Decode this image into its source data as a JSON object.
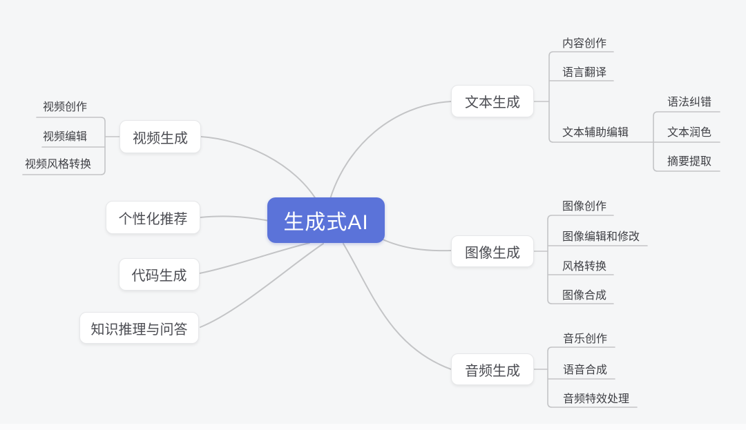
{
  "colors": {
    "canvas_bg": "#f5f6f7",
    "bottom_strip": "#fbfbfc",
    "center_bg": "#5b73d9",
    "center_text": "#ffffff",
    "node_bg": "#ffffff",
    "node_border": "#e6e7e9",
    "node_text": "#4b4c52",
    "leaf_text": "#3e3f44",
    "line": "#c3c4c6"
  },
  "center": {
    "label": "生成式AI"
  },
  "left_branches": [
    {
      "label": "视频生成",
      "children": [
        {
          "label": "视频创作"
        },
        {
          "label": "视频编辑"
        },
        {
          "label": "视频风格转换"
        }
      ]
    },
    {
      "label": "个性化推荐",
      "children": []
    },
    {
      "label": "代码生成",
      "children": []
    },
    {
      "label": "知识推理与问答",
      "children": []
    }
  ],
  "right_branches": [
    {
      "label": "文本生成",
      "children": [
        {
          "label": "内容创作"
        },
        {
          "label": "语言翻译"
        },
        {
          "label": "文本辅助编辑",
          "children": [
            {
              "label": "语法纠错"
            },
            {
              "label": "文本润色"
            },
            {
              "label": "摘要提取"
            }
          ]
        }
      ]
    },
    {
      "label": "图像生成",
      "children": [
        {
          "label": "图像创作"
        },
        {
          "label": "图像编辑和修改"
        },
        {
          "label": "风格转换"
        },
        {
          "label": "图像合成"
        }
      ]
    },
    {
      "label": "音频生成",
      "children": [
        {
          "label": "音乐创作"
        },
        {
          "label": "语音合成"
        },
        {
          "label": "音频特效处理"
        }
      ]
    }
  ]
}
